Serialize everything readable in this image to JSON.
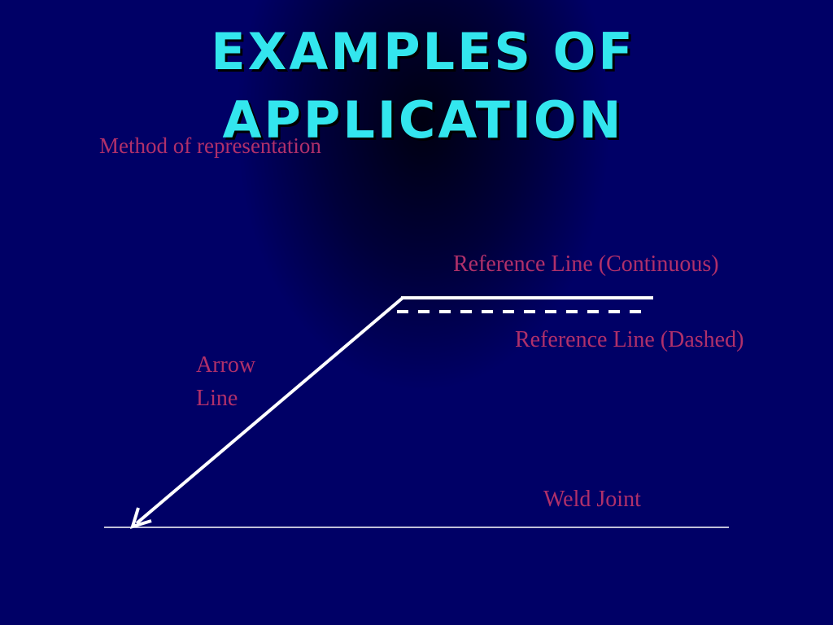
{
  "slide": {
    "title_line1": "EXAMPLES OF",
    "title_line2": "APPLICATION",
    "subtitle": "Method of representation"
  },
  "labels": {
    "reference_continuous": "Reference Line (Continuous)",
    "reference_dashed": "Reference Line  (Dashed)",
    "arrow_line_1": "Arrow",
    "arrow_line_2": "Line",
    "weld_joint": "Weld Joint"
  },
  "colors": {
    "background": "#000066",
    "title": "#33e6ee",
    "label": "#b0306a",
    "lines": "#ffffff"
  }
}
